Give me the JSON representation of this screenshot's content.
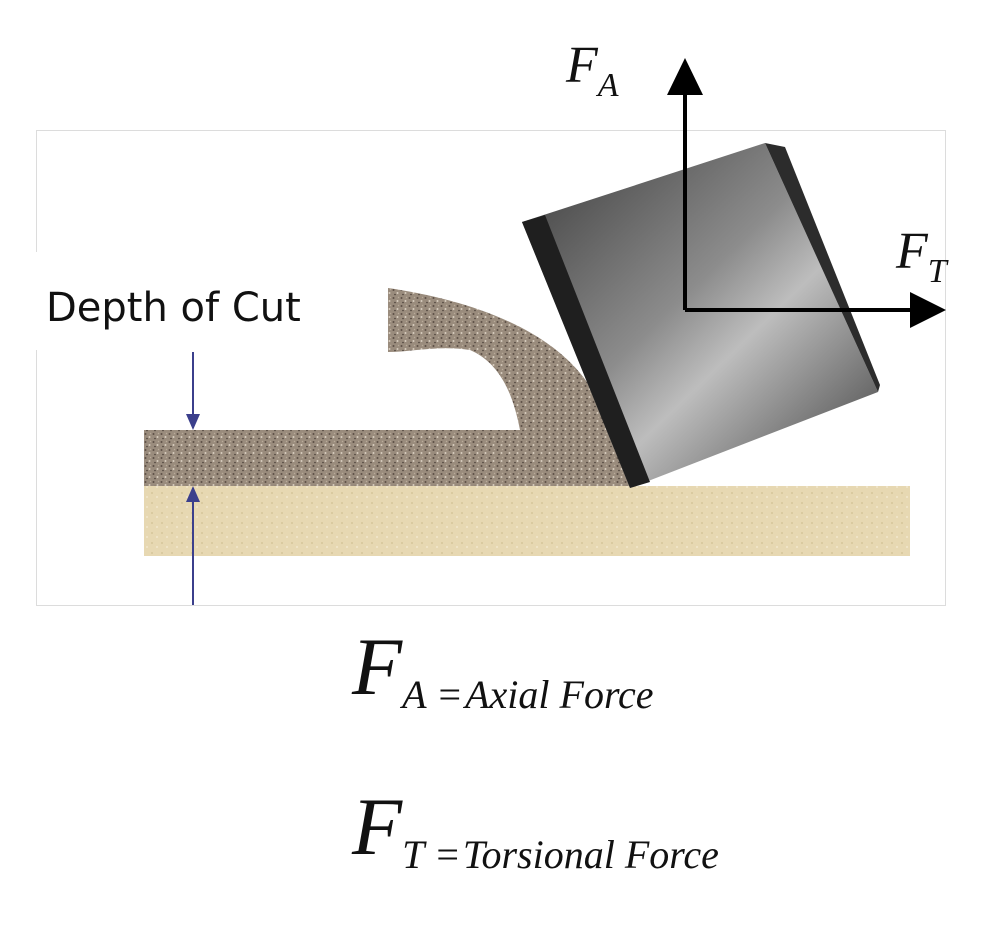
{
  "labels": {
    "depth_of_cut": "Depth of Cut",
    "axial_symbol": "F",
    "axial_subscript": "A",
    "torsional_symbol": "F",
    "torsional_subscript": "T"
  },
  "equations": [
    {
      "symbol": "F",
      "subscript": "A",
      "equals": "=",
      "definition": "Axial Force"
    },
    {
      "symbol": "F",
      "subscript": "T",
      "equals": "=",
      "definition": "Torsional Force"
    }
  ],
  "colors": {
    "rock_layer": "#8f8173",
    "base_layer": "#e6d7b0",
    "cutter_body": "#6e6e6e",
    "cutter_face": "#2a2a2a",
    "dimension_arrow": "#3b3f8c",
    "force_arrow": "#000000"
  }
}
